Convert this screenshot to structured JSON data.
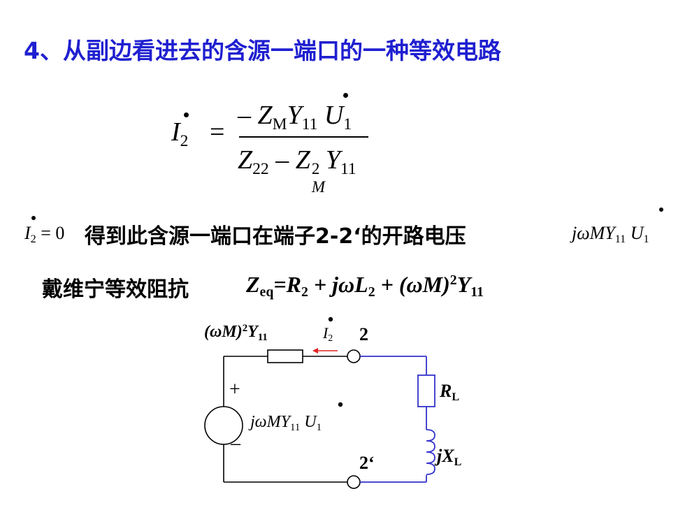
{
  "slide": {
    "title": "4、从副边看进去的含源一端口的一种等效电路"
  },
  "formula_i2": {
    "lhs": "I",
    "lhs_sub": "2",
    "equals": "=",
    "num_minus": "–",
    "num_Z": "Z",
    "num_Z_sub": "M",
    "num_Y": "Y",
    "num_Y_sub": "11",
    "num_U": "U",
    "num_U_sub": "1",
    "den_Z22": "Z",
    "den_Z22_sub": "22",
    "den_minus": "–",
    "den_Z": "Z",
    "den_Z_sup": "2",
    "den_Z_sub": "M",
    "den_Y": "Y",
    "den_Y_sub": "11"
  },
  "line2": {
    "cond_I": "I",
    "cond_sub": "2",
    "cond_rest": "= 0",
    "text": "得到此含源一端口在端子2-2‘的开路电压",
    "voc_prefix": "jωMY",
    "voc_sub": "11",
    "voc_U": "U",
    "voc_U_sub": "1"
  },
  "line3": {
    "text": "戴维宁等效阻抗",
    "Z": "Z",
    "Z_sub": "eq",
    "eq_R": "=R",
    "R_sub": "2",
    "plus_jwL": " + jωL",
    "L_sub": "2",
    "plus_wM": " + (ωM)",
    "wM_sup": "2",
    "Y": "Y",
    "Y_sub": "11"
  },
  "circuit": {
    "impedance_label": "(ωM)",
    "impedance_sup": "2",
    "impedance_Y": "Y",
    "impedance_sub": "11",
    "current_I": "I",
    "current_sub": "2",
    "terminal_top": "2",
    "terminal_bottom": "2‘",
    "plus": "+",
    "minus": "–",
    "source_prefix": "jωMY",
    "source_sub": "11",
    "source_U": "U",
    "source_U_sub": "1",
    "RL": "R",
    "RL_sub": "L",
    "XL": "jX",
    "XL_sub": "L",
    "colors": {
      "wire": "#000000",
      "load_wire": "#3333cc",
      "arrow": "#e02020"
    }
  }
}
